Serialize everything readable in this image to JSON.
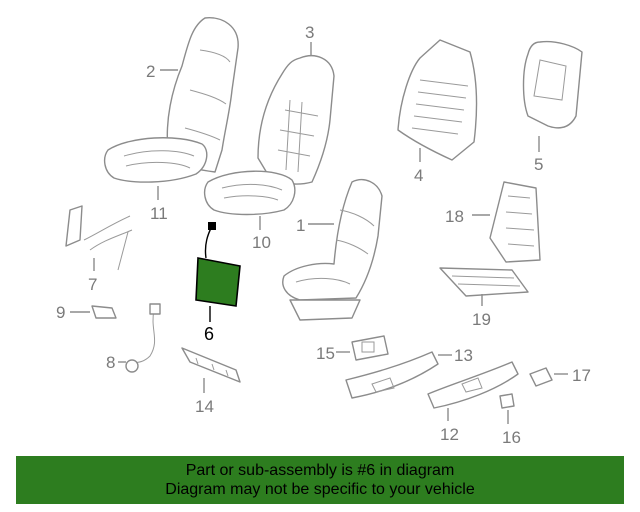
{
  "diagram": {
    "highlighted_part": "6",
    "highlight_color": "#2d7d1f",
    "callouts": {
      "c1": "1",
      "c2": "2",
      "c3": "3",
      "c4": "4",
      "c5": "5",
      "c6": "6",
      "c7": "7",
      "c8": "8",
      "c9": "9",
      "c10": "10",
      "c11": "11",
      "c12": "12",
      "c13": "13",
      "c14": "14",
      "c15": "15",
      "c16": "16",
      "c17": "17",
      "c18": "18",
      "c19": "19"
    }
  },
  "banner": {
    "line1": "Part or sub-assembly is #6 in diagram",
    "line2": "Diagram may not be specific to your vehicle",
    "background": "#2d7d1f"
  }
}
